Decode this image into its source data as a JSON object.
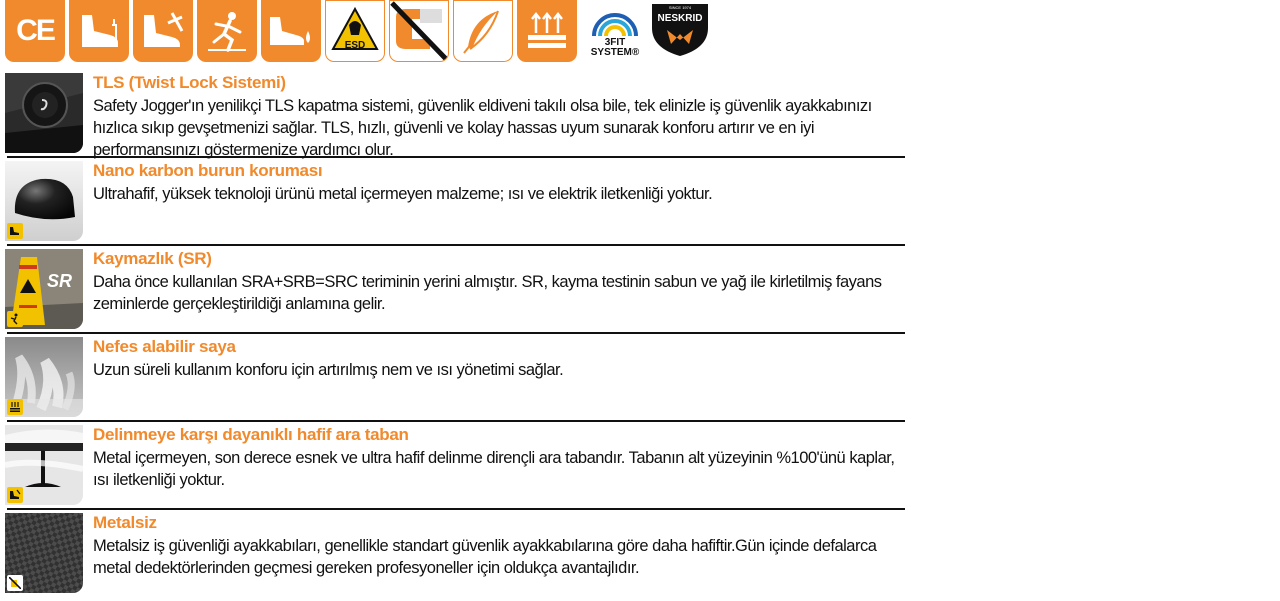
{
  "icons": {
    "ce_label": "CE",
    "esd_label": "ESD",
    "fit_label": "3FIT\nSYSTEM®",
    "neskrid_label": "NESKRID",
    "neskrid_since": "SINCE 1974",
    "accent": "#f08a2c"
  },
  "features": [
    {
      "title": "TLS (Twist Lock Sistemi)",
      "description": "Safety Jogger'ın yenilikçi TLS kapatma sistemi, güvenlik eldiveni takılı olsa bile, tek elinizle iş güvenlik ayakkabınızı hızlıca sıkıp gevşetmenizi sağlar. TLS, hızlı, güvenli ve kolay hassas uyum sunarak konforu artırır ve en iyi performansınızı göstermenize yardımcı olur."
    },
    {
      "title": "Nano karbon burun koruması",
      "description": "Ultrahafif, yüksek teknoloji ürünü metal içermeyen malzeme; ısı ve elektrik iletkenliği yoktur."
    },
    {
      "title": "Kaymazlık (SR)",
      "description": "Daha önce kullanılan SRA+SRB=SRC teriminin yerini almıştır. SR, kayma testinin sabun ve yağ ile kirletilmiş fayans zeminlerde gerçekleştirildiği anlamına gelir.",
      "thumb_label": "SR"
    },
    {
      "title": "Nefes alabilir saya",
      "description": "Uzun süreli kullanım konforu için artırılmış nem ve ısı yönetimi sağlar."
    },
    {
      "title": "Delinmeye karşı dayanıklı hafif ara taban",
      "description": "Metal içermeyen, son derece esnek ve ultra hafif delinme dirençli ara tabandır. Tabanın alt yüzeyinin %100'ünü kaplar, ısı iletkenliği yoktur."
    },
    {
      "title": "Metalsiz",
      "description": "Metalsiz iş güvenliği ayakkabıları, genellikle standart güvenlik ayakkabılarına göre daha hafiftir.Gün içinde defalarca metal dedektörlerinden geçmesi gereken profesyoneller için oldukça avantajlıdır."
    }
  ]
}
